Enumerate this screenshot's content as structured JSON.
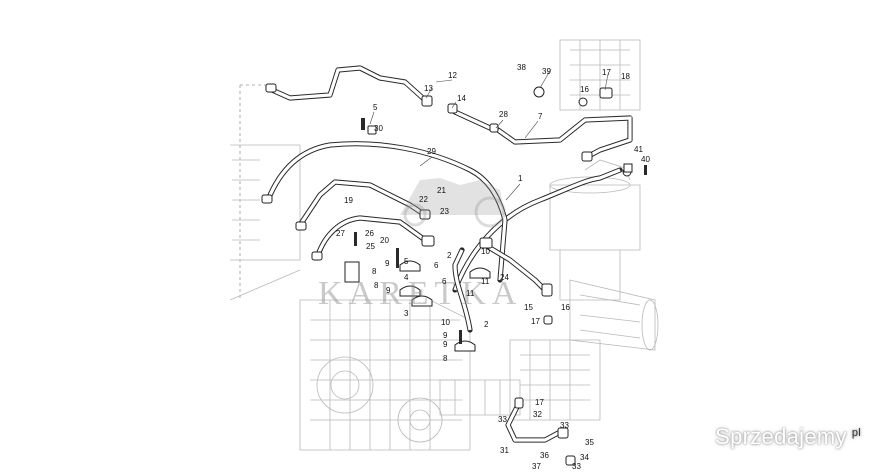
{
  "diagram": {
    "callouts": [
      "1",
      "2",
      "3",
      "4",
      "5",
      "6",
      "7",
      "8",
      "9",
      "10",
      "11",
      "12",
      "13",
      "14",
      "15",
      "16",
      "17",
      "18",
      "19",
      "20",
      "21",
      "22",
      "23",
      "24",
      "25",
      "26",
      "27",
      "28",
      "29",
      "30",
      "31",
      "32",
      "33",
      "34",
      "35",
      "36",
      "37",
      "38",
      "39",
      "40",
      "41"
    ],
    "watermark": "KARETKA",
    "logo": {
      "name": "Sprzedajemy",
      "badge": "pl"
    }
  }
}
